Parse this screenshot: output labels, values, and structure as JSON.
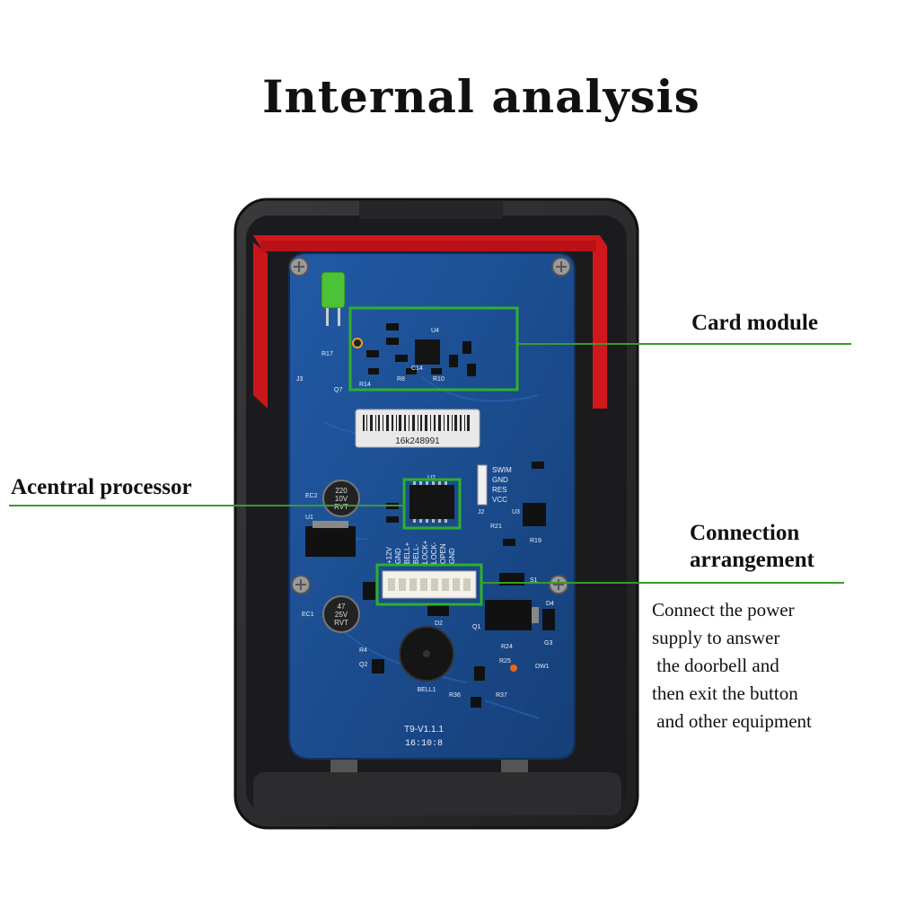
{
  "title": "Internal analysis",
  "labels": {
    "card_module": "Card module",
    "processor": "Acentral processor",
    "connection_line1": "Connection",
    "connection_line2": "arrangement"
  },
  "description_lines": [
    "Connect the power",
    "supply to answer",
    " the doorbell and",
    "then exit the button",
    " and other equipment"
  ],
  "board": {
    "barcode_text": "16k248991",
    "model": "T9-V1.1.1",
    "date_code": "16:10:8",
    "cap_top": [
      "220",
      "10V",
      "RVT"
    ],
    "cap_bottom": [
      "47",
      "25V",
      "RVT"
    ],
    "connector_pins": [
      "+12V",
      "GND",
      "BELL+",
      "BELL-",
      "LOCK+",
      "LOCK-",
      "OPEN",
      "GND"
    ],
    "header_pins": [
      "SWIM",
      "GND",
      "RES",
      "VCC"
    ],
    "refs": {
      "j3": "J3",
      "q7": "Q7",
      "r17": "R17",
      "r14": "R14",
      "r8": "R8",
      "r10": "R10",
      "u4": "U4",
      "c14": "C14",
      "ec2": "EC2",
      "u1": "U1",
      "u2": "U2",
      "j2": "J2",
      "u3": "U3",
      "ec1": "EC1",
      "d2": "D2",
      "q1": "Q1",
      "d4": "D4",
      "g3": "G3",
      "bell1": "BELL1",
      "dw1": "DW1",
      "r24": "R24",
      "r25": "R25",
      "r36": "R36",
      "r37": "R37",
      "r4": "R4",
      "q2": "Q2",
      "s1": "S1",
      "r21": "R21",
      "r19": "R19"
    }
  },
  "colors": {
    "leader_line": "#3a9a2e",
    "highlight_box": "#2fb02a",
    "pcb": "#1b4f94",
    "case": "#2b2b2d",
    "gasket": "#d0181c"
  }
}
